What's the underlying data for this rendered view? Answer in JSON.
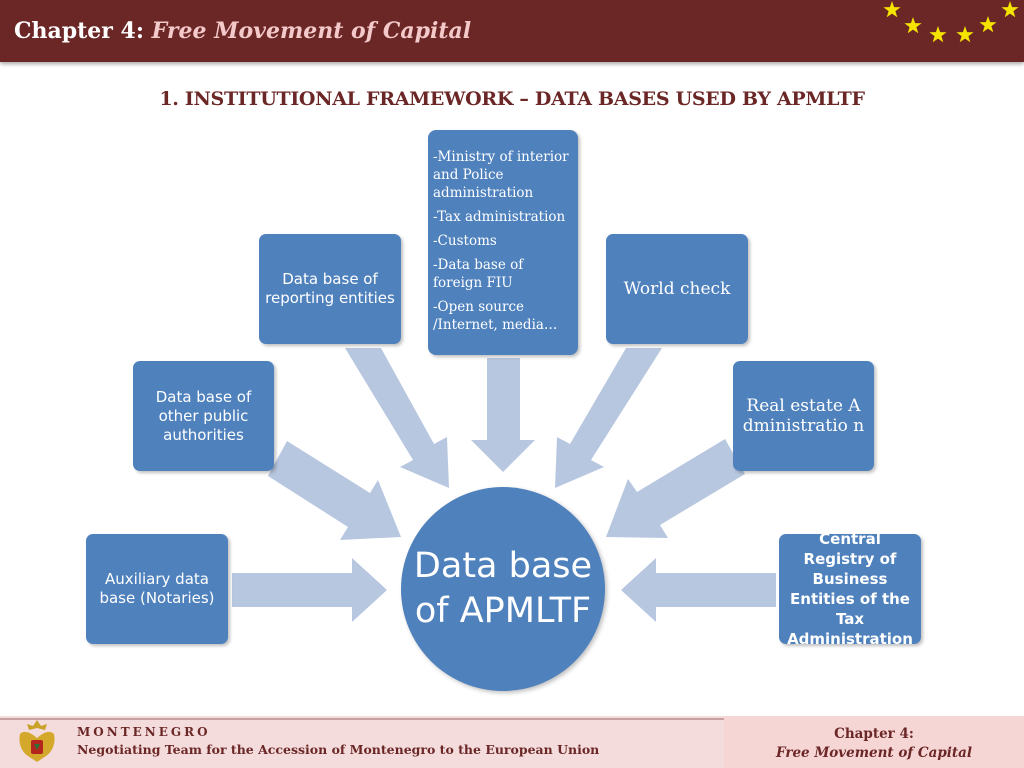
{
  "header": {
    "chapter": "Chapter 4:",
    "chapter_name": "Free Movement of Capital"
  },
  "slide": {
    "title": "1. INSTITUTIONAL FRAMEWORK – DATA BASES USED BY APMLTF"
  },
  "diagram": {
    "center": "Data base of APMLTF",
    "sources": {
      "auxiliary": "Auxiliary data base (Notaries)",
      "public_authorities": "Data base of other public authorities",
      "reporting_entities": "Data base of reporting entities",
      "list": [
        "-Ministry of interior and Police administration",
        "-Tax administration",
        "-Customs",
        "-Data base of foreign FIU",
        "-Open source /Internet, media…"
      ],
      "world_check": "World check",
      "real_estate": "Real estate Administratio n",
      "central_registry": "Central Registry of Business Entities of the Tax Administration"
    }
  },
  "footer": {
    "country": "MONTENEGRO",
    "team": "Negotiating Team for the Accession of  Montenegro to the European Union",
    "chapter": "Chapter 4:",
    "chapter_name": "Free Movement of Capital"
  },
  "colors": {
    "header_bg": "#6b2626",
    "box_blue": "#4f81bd",
    "arrow": "#b8c7e0",
    "star": "#f5e400"
  },
  "icons": [
    "star-icon",
    "montenegro-crest-icon"
  ]
}
